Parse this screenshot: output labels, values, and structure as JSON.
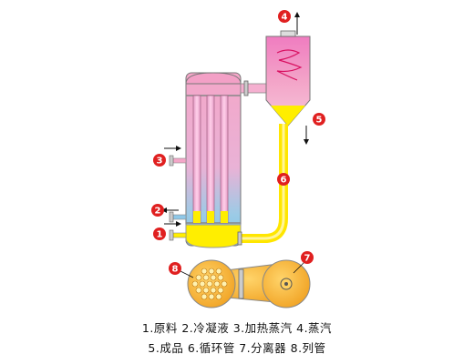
{
  "markers": {
    "m1": "1",
    "m2": "2",
    "m3": "3",
    "m4": "4",
    "m5": "5",
    "m6": "6",
    "m7": "7",
    "m8": "8"
  },
  "legend": {
    "line1": "1.原料 2.冷凝液 3.加热蒸汽 4.蒸汽",
    "line2": "5.成品 6.循环管 7.分离器 8.列管"
  },
  "colors": {
    "marker": "#e02020",
    "shell_top": "#f4a6c8",
    "shell_bottom": "#8ec8e8",
    "liquid": "#ffee00",
    "tube": "#f0a8d0",
    "separator_top": "#e8a0d0",
    "bottom_unit": "#ffb830"
  }
}
